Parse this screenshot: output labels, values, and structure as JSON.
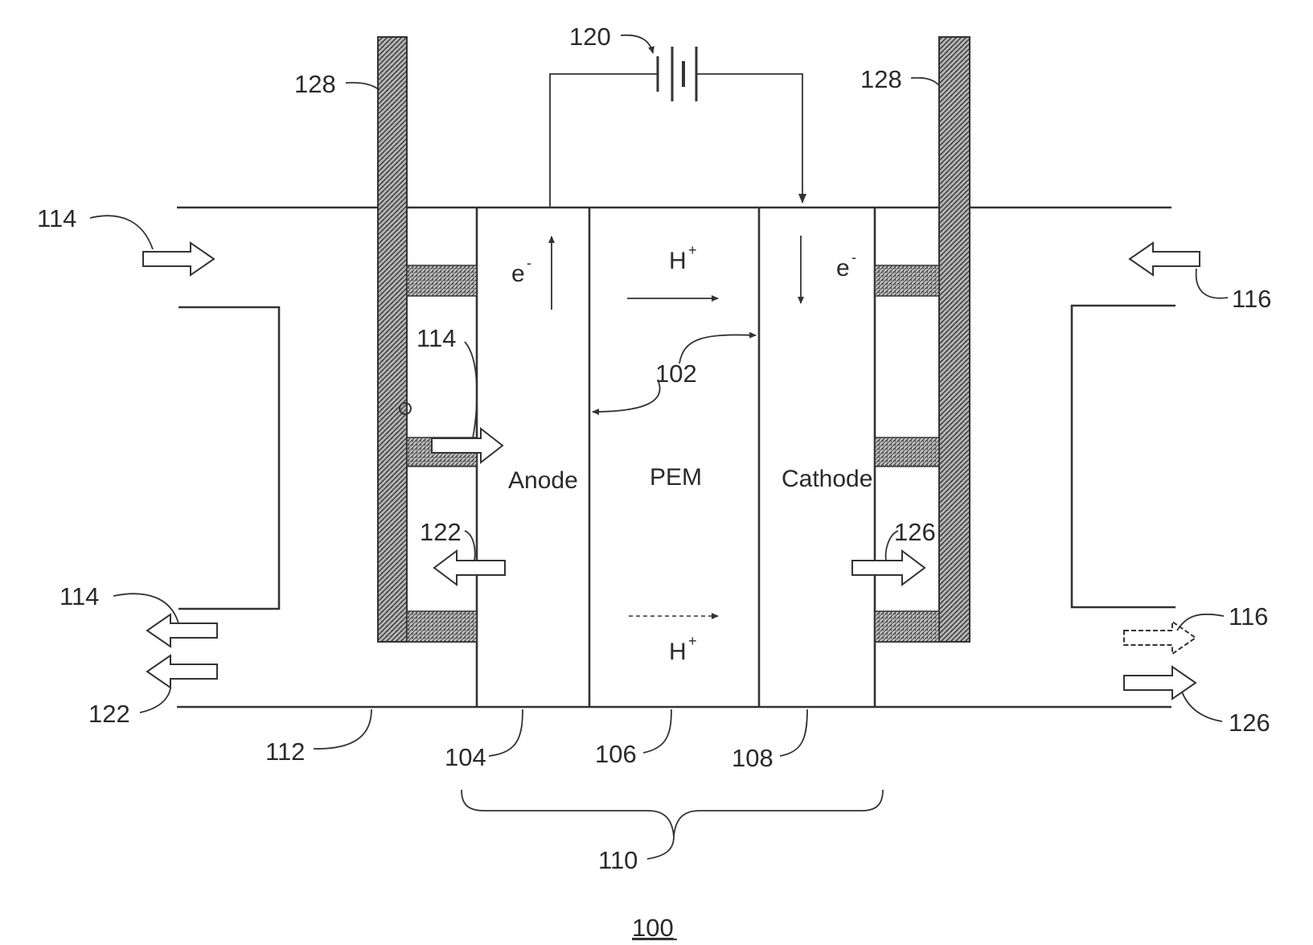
{
  "regions": {
    "anode": "Anode",
    "pem": "PEM",
    "cathode": "Cathode"
  },
  "charges": {
    "electron": "e",
    "electron_sup": "-",
    "proton": "H",
    "proton_sup": "+"
  },
  "refs": {
    "r128_left": "128",
    "r128_right": "128",
    "r120": "120",
    "r114_top": "114",
    "r114_inner": "114",
    "r114_bottom": "114",
    "r116_top": "116",
    "r116_bottom": "116",
    "r102": "102",
    "r122_inner": "122",
    "r122_bottom": "122",
    "r126_inner": "126",
    "r126_bottom": "126",
    "r112": "112",
    "r104": "104",
    "r106": "106",
    "r108": "108",
    "r110": "110"
  },
  "figure_number": "100",
  "colors": {
    "line": "#333333",
    "hatch_plate": "#8c8c8c",
    "hatch_spacer": "#9a9a9a"
  }
}
